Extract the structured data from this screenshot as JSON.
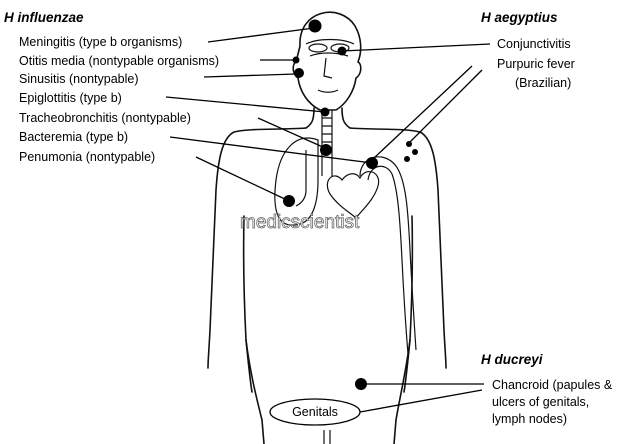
{
  "sections": {
    "h_influenzae": {
      "title": "H influenzae",
      "labels": [
        "Meningitis (type b organisms)",
        "Otitis media (nontypable organisms)",
        "Sinusitis (nontypable)",
        "Epiglottitis (type b)",
        "Tracheobronchitis (nontypable)",
        "Bacteremia (type b)",
        "Penumonia (nontypable)"
      ]
    },
    "h_aegyptius": {
      "title": "H aegyptius",
      "labels": [
        "Conjunctivitis",
        "Purpuric fever",
        "(Brazilian)"
      ]
    },
    "h_ducreyi": {
      "title": "H ducreyi",
      "labels": [
        "Chancroid (papules &",
        "ulcers of genitals,",
        "lymph nodes)"
      ]
    }
  },
  "genitals_label": "Genitals",
  "watermark": "medicscientist"
}
